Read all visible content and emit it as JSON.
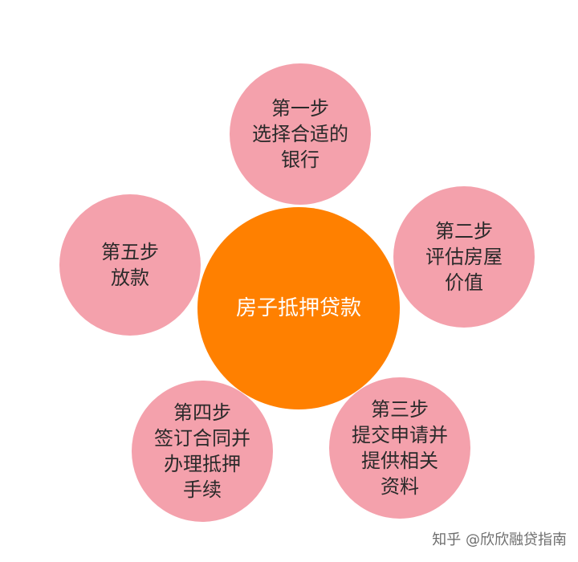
{
  "center": {
    "label": "房子抵押贷款"
  },
  "steps": [
    {
      "lines": [
        "第一步",
        "选择合适的",
        "银行"
      ]
    },
    {
      "lines": [
        "第二步",
        "评估房屋",
        "价值"
      ]
    },
    {
      "lines": [
        "第三步",
        "提交申请并",
        "提供相关",
        "资料"
      ]
    },
    {
      "lines": [
        "第四步",
        "签订合同并",
        "办理抵押",
        "手续"
      ]
    },
    {
      "lines": [
        "第五步",
        "放款"
      ]
    }
  ],
  "watermark": "知乎 @欣欣融贷指南",
  "colors": {
    "center_fill": "#ff8000",
    "step_fill": "#f4a1ac",
    "center_text": "#ffffff",
    "step_text": "#2a2a2a"
  }
}
